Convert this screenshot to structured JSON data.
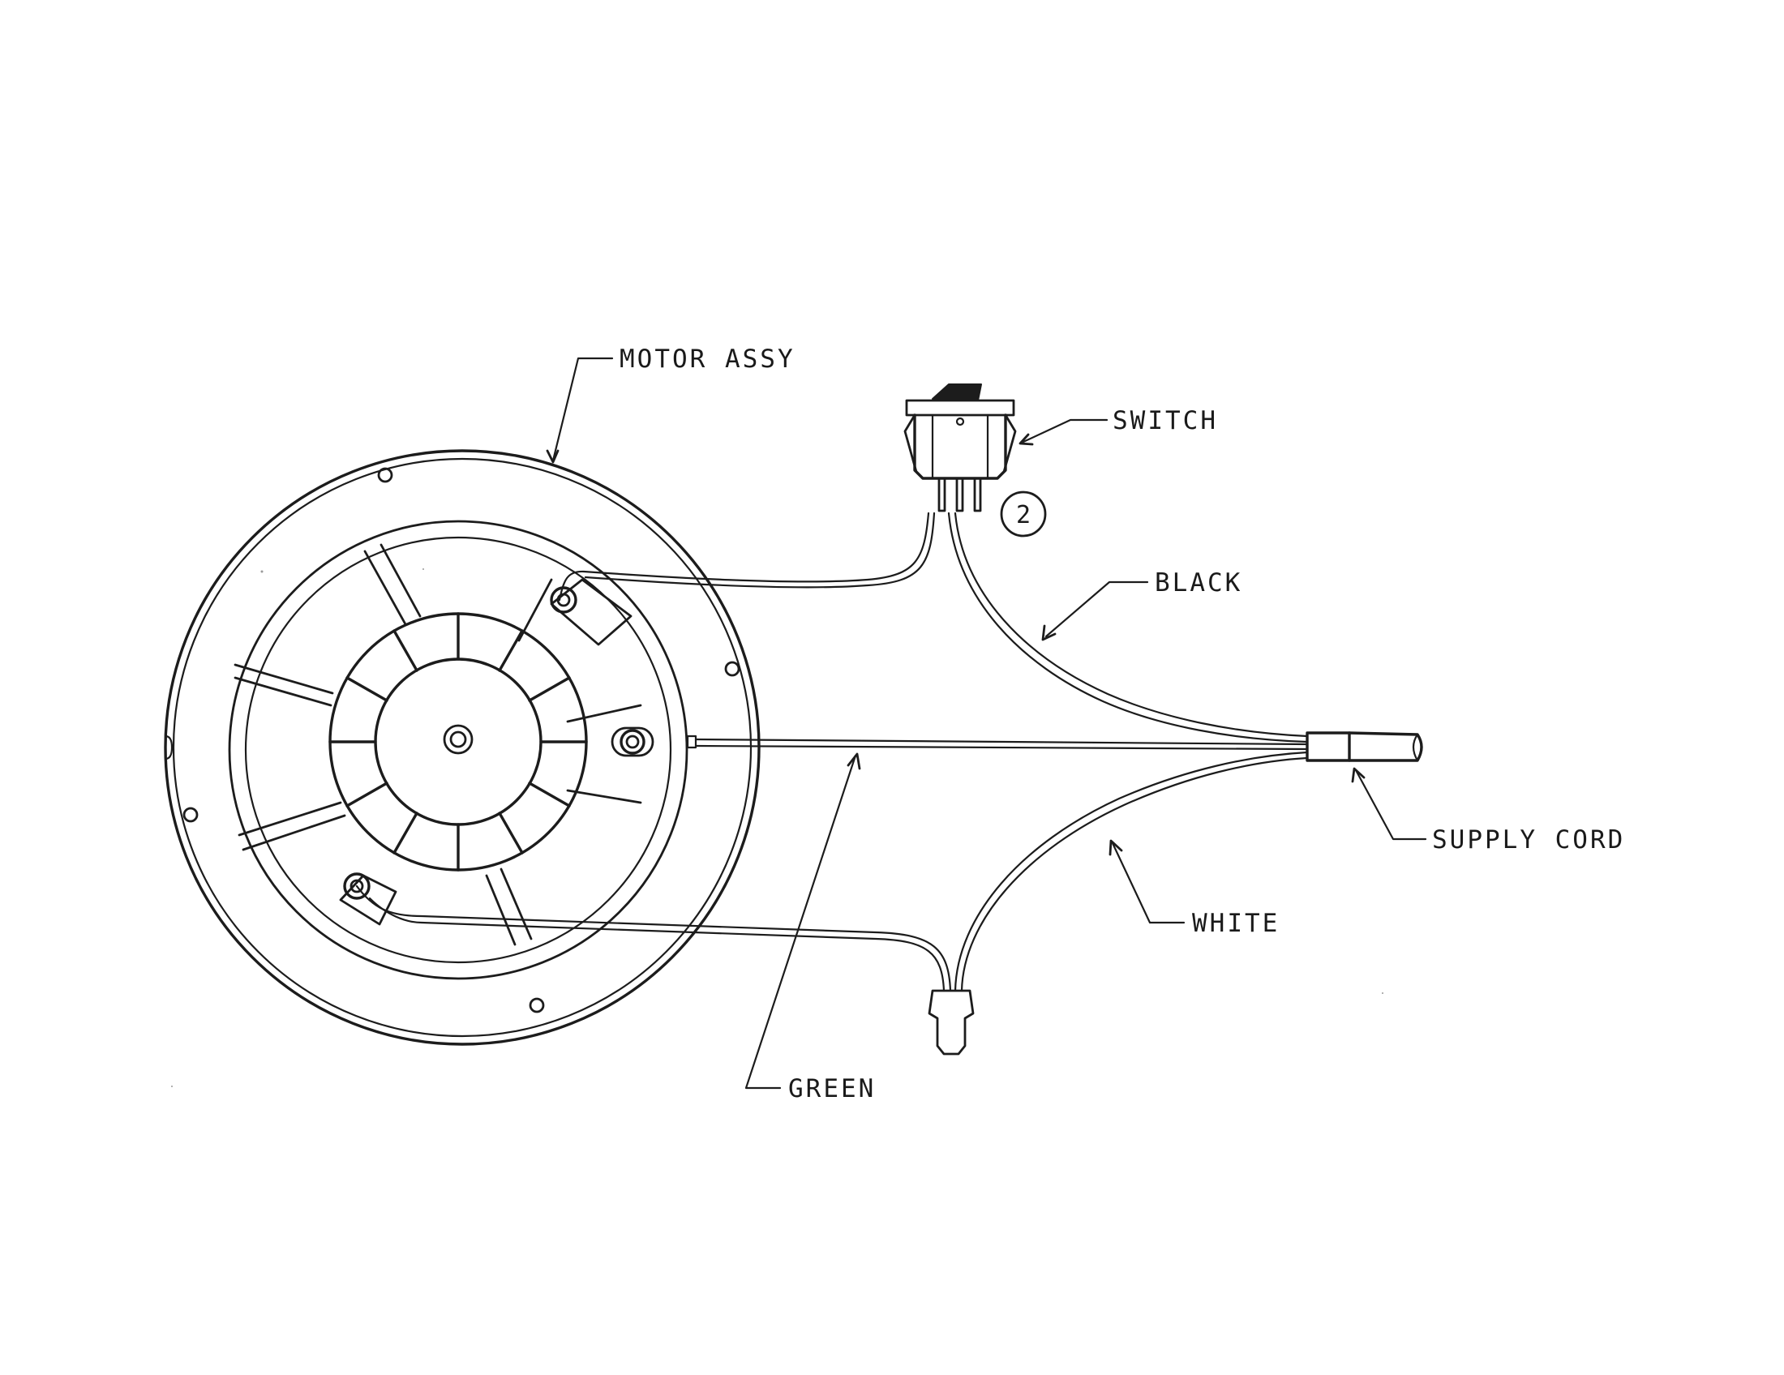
{
  "labels": {
    "motor_assy": "MOTOR ASSY",
    "switch": "SWITCH",
    "black": "BLACK",
    "green": "GREEN",
    "supply_cord": "SUPPLY CORD",
    "white": "WHITE",
    "callout_number": "2"
  },
  "colors": {
    "ink": "#1c1c1c",
    "paper": "#ffffff"
  }
}
